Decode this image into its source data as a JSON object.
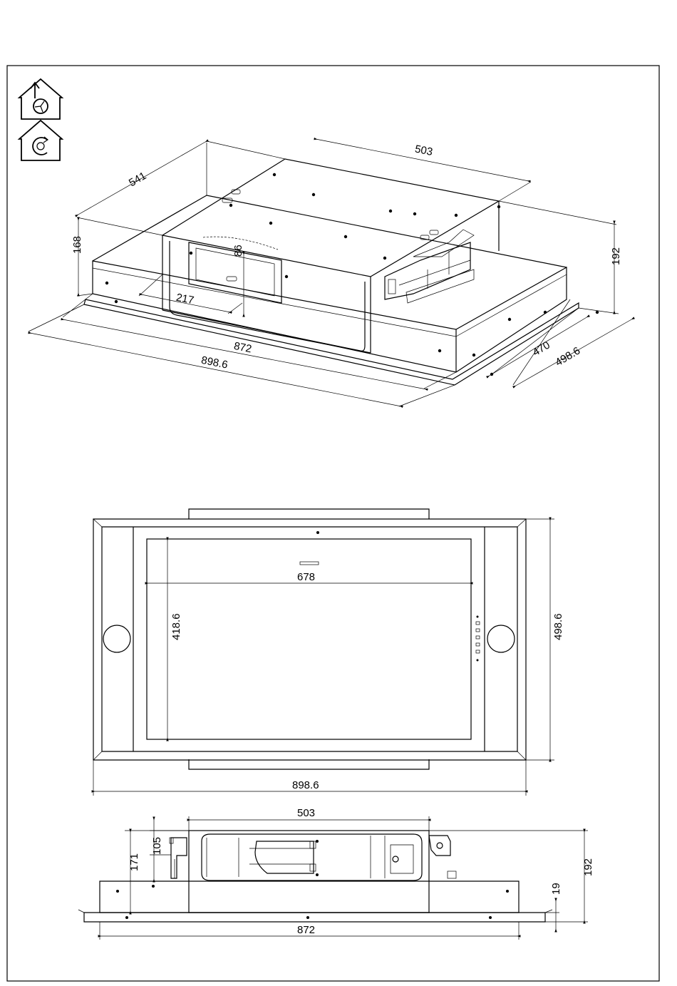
{
  "icons": {
    "ducted_mode": "ducted-mode-house-icon",
    "recirculation_mode": "recirculation-mode-house-icon"
  },
  "isometric_view": {
    "dim_top_length": "503",
    "dim_top_depth": "541",
    "dim_left_height": "168",
    "dim_right_height": "192",
    "dim_duct_height": "86",
    "dim_duct_offset": "217",
    "dim_body_width": "872",
    "dim_frame_width": "898.6",
    "dim_body_depth": "470",
    "dim_frame_depth": "498.6"
  },
  "bottom_view": {
    "dim_filter_width": "678",
    "dim_filter_depth": "418.6",
    "dim_frame_depth": "498.6",
    "dim_frame_width": "898.6"
  },
  "side_view": {
    "dim_top_width": "503",
    "dim_body_height": "171",
    "dim_bracket_height": "105",
    "dim_total_height": "192",
    "dim_frame_height": "19",
    "dim_body_width": "872"
  }
}
